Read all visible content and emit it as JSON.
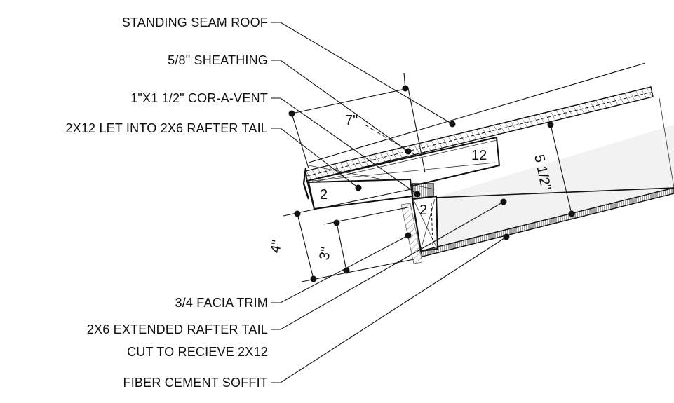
{
  "labels": {
    "standing_seam_roof": "STANDING SEAM ROOF",
    "sheathing": "5/8\" SHEATHING",
    "cor_a_vent": "1\"X1 1/2\" COR-A-VENT",
    "let_into": "2X12 LET INTO 2X6 RAFTER TAIL",
    "facia_trim": "3/4 FACIA TRIM",
    "extended_tail_line1": "2X6 EXTENDED RAFTER TAIL",
    "extended_tail_line2": "CUT TO RECIEVE 2X12",
    "soffit": "FIBER CEMENT SOFFIT"
  },
  "dimensions": {
    "seven": "7\"",
    "five_half": "5 1/2\"",
    "four": "4\"",
    "three": "3\"",
    "slope_rise_a": "2",
    "slope_run": "12",
    "slope_rise_b": "2"
  }
}
